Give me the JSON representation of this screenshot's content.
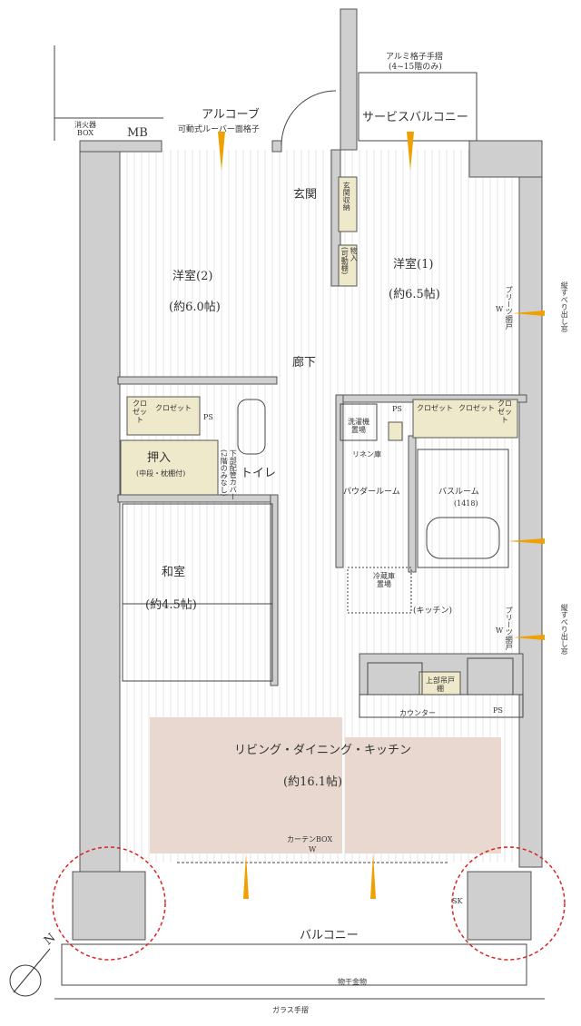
{
  "labels": {
    "fire_box": "消火器\nBOX",
    "mb": "MB",
    "alcove": "アルコーブ",
    "louver": "可動式ルーバー面格子",
    "rail": "アルミ格子手摺",
    "rail_note": "(4~15階のみ)",
    "service_balcony": "サービスバルコニー",
    "entrance": "玄関",
    "entrance_storage": "玄関収納",
    "storage": "物入",
    "storage_note": "(可動棚)",
    "western2": "洋室(2)",
    "western2_size": "(約6.0帖)",
    "western1": "洋室(1)",
    "western1_size": "(約6.5帖)",
    "pleated_screen": "プリーツ網戸",
    "w": "W",
    "slide_window": "縦すべり出し窓",
    "hallway": "廊下",
    "closet": "クロゼット",
    "closet_short": "クロゼット",
    "ps": "PS",
    "pipe_cover": "下部配管カバー",
    "pipe_note": "(2階のみなし)",
    "toilet": "トイレ",
    "oshiire": "押入",
    "oshiire_note": "(中段・枕棚付)",
    "washer": "洗濯機置場",
    "linen": "リネン庫",
    "powder": "パウダールーム",
    "bath": "バスルーム",
    "bath_size": "(1418)",
    "fridge": "冷蔵庫置場",
    "kitchen": "(キッチン)",
    "washitsu": "和室",
    "washitsu_size": "(約4.5帖)",
    "upper_cabinet": "上部吊戸棚",
    "counter": "カウンター",
    "ldk": "リビング・ダイニング・キッチン",
    "ldk_size": "(約16.1帖)",
    "curtain_box": "カーテンBOX",
    "balcony": "バルコニー",
    "sk": "SK",
    "drying": "物干金物",
    "glass_rail": "ガラス手摺",
    "north": "N"
  },
  "colors": {
    "wall": "#cfcfcf",
    "storage": "#efe9cc",
    "ldk_rug": "#e8d8cf",
    "airflow": "#f0a000",
    "breeze": "#6677cc",
    "emphasis": "#d22"
  }
}
